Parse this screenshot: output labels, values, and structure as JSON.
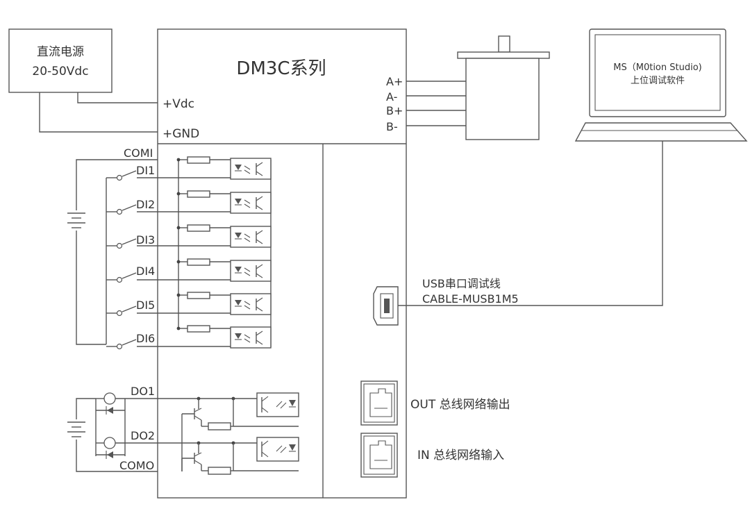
{
  "power_supply": {
    "line1": "直流电源",
    "line2": "20-50Vdc"
  },
  "driver": {
    "title": "DM3C系列"
  },
  "power_terminals": {
    "vdc": "+Vdc",
    "gnd": "+GND"
  },
  "motor_terminals": [
    "A+",
    "A-",
    "B+",
    "B-"
  ],
  "software": {
    "line1": "MS（M0tion Studio)",
    "line2": "上位调试软件"
  },
  "usb_cable": {
    "line1": "USB串口调试线",
    "line2": "CABLE-MUSB1M5"
  },
  "inputs": {
    "common": "COMI",
    "labels": [
      "DI1",
      "DI2",
      "DI3",
      "DI4",
      "DI5",
      "DI6"
    ]
  },
  "outputs": {
    "labels": [
      "DO1",
      "DO2"
    ],
    "common": "COMO"
  },
  "network_ports": {
    "out": "OUT  总线网络输出",
    "in": "IN   总线网络输入"
  }
}
